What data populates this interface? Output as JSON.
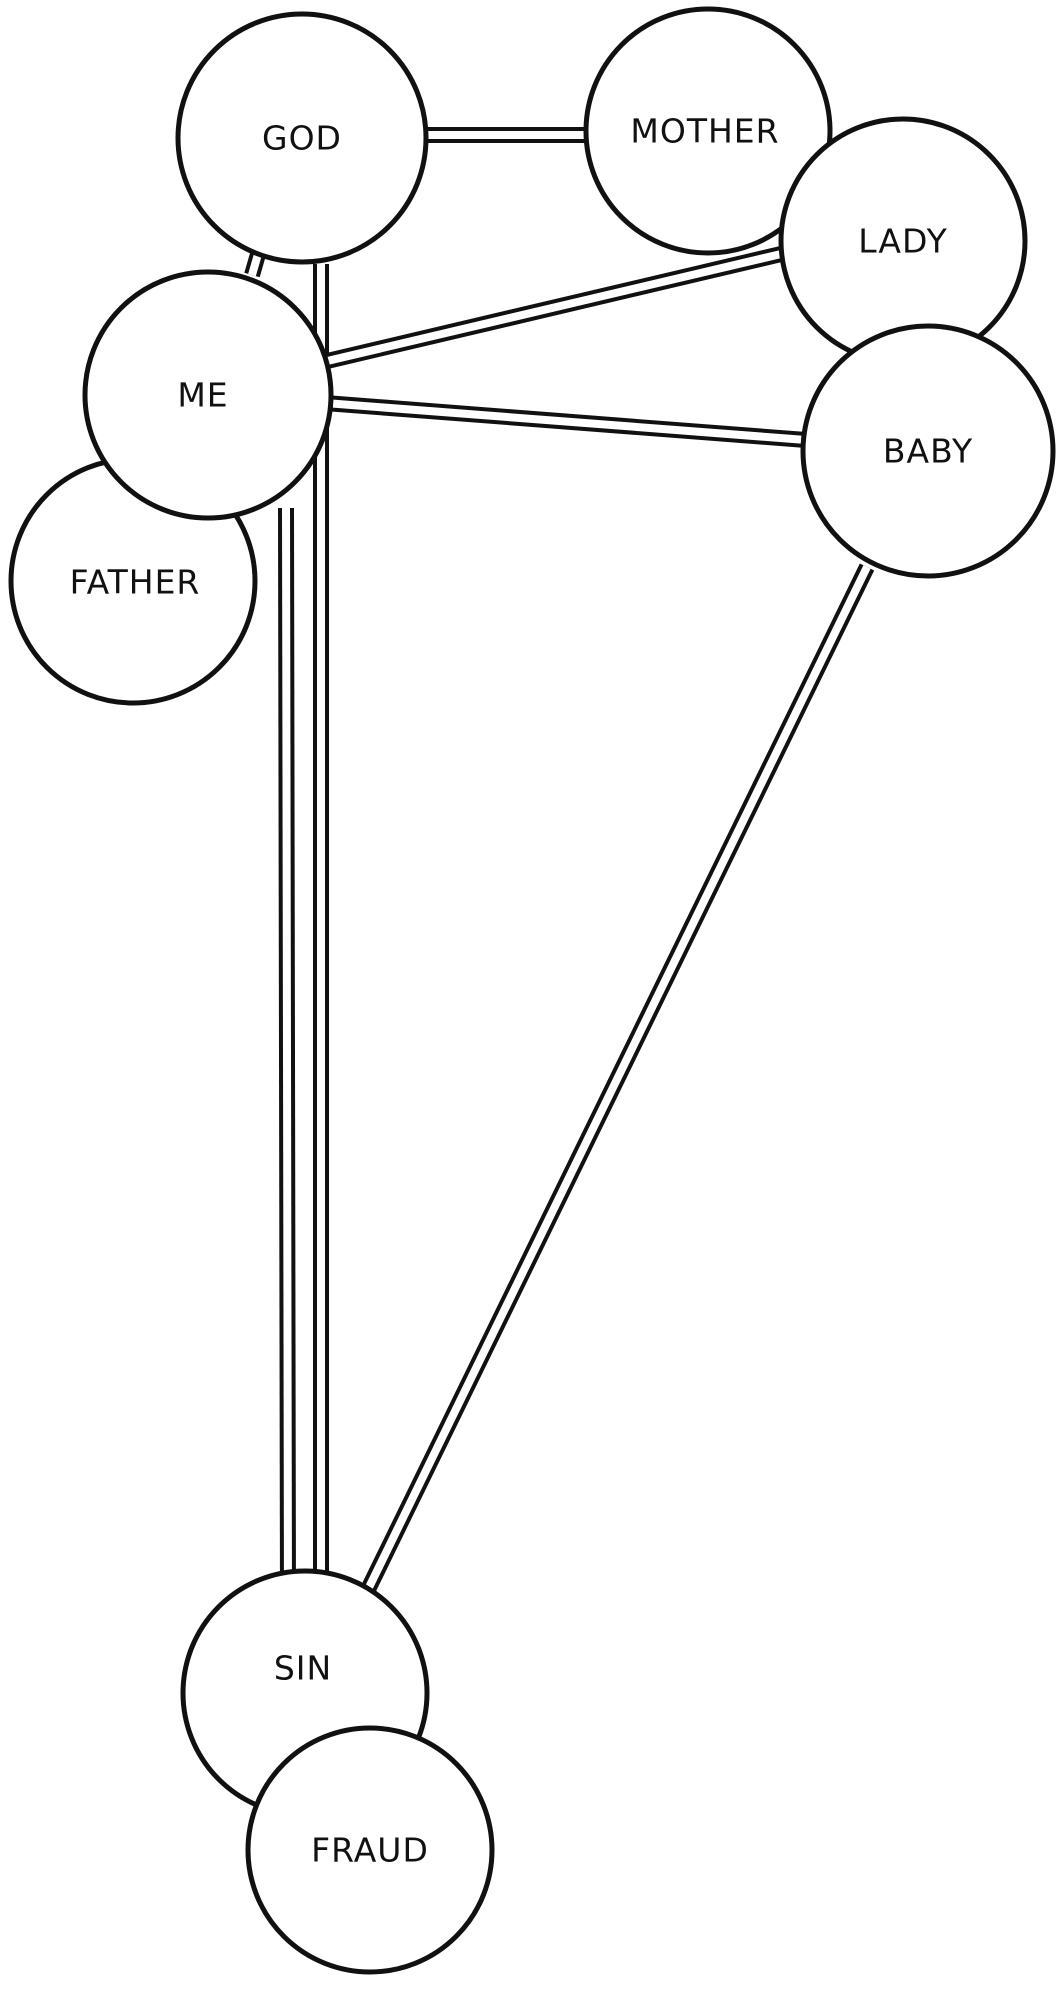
{
  "colors": {
    "ink": "#111111",
    "paper": "#ffffff"
  },
  "nodes": {
    "god": "GOD",
    "mother": "MOTHER",
    "lady": "LADY",
    "me": "ME",
    "baby": "BABY",
    "father": "FATHER",
    "sin": "SIN",
    "fraud": "FRAUD"
  },
  "connections": [
    [
      "god",
      "mother"
    ],
    [
      "god",
      "me"
    ],
    [
      "god",
      "sin"
    ],
    [
      "me",
      "lady"
    ],
    [
      "me",
      "baby"
    ],
    [
      "me",
      "sin"
    ],
    [
      "baby",
      "sin"
    ]
  ]
}
